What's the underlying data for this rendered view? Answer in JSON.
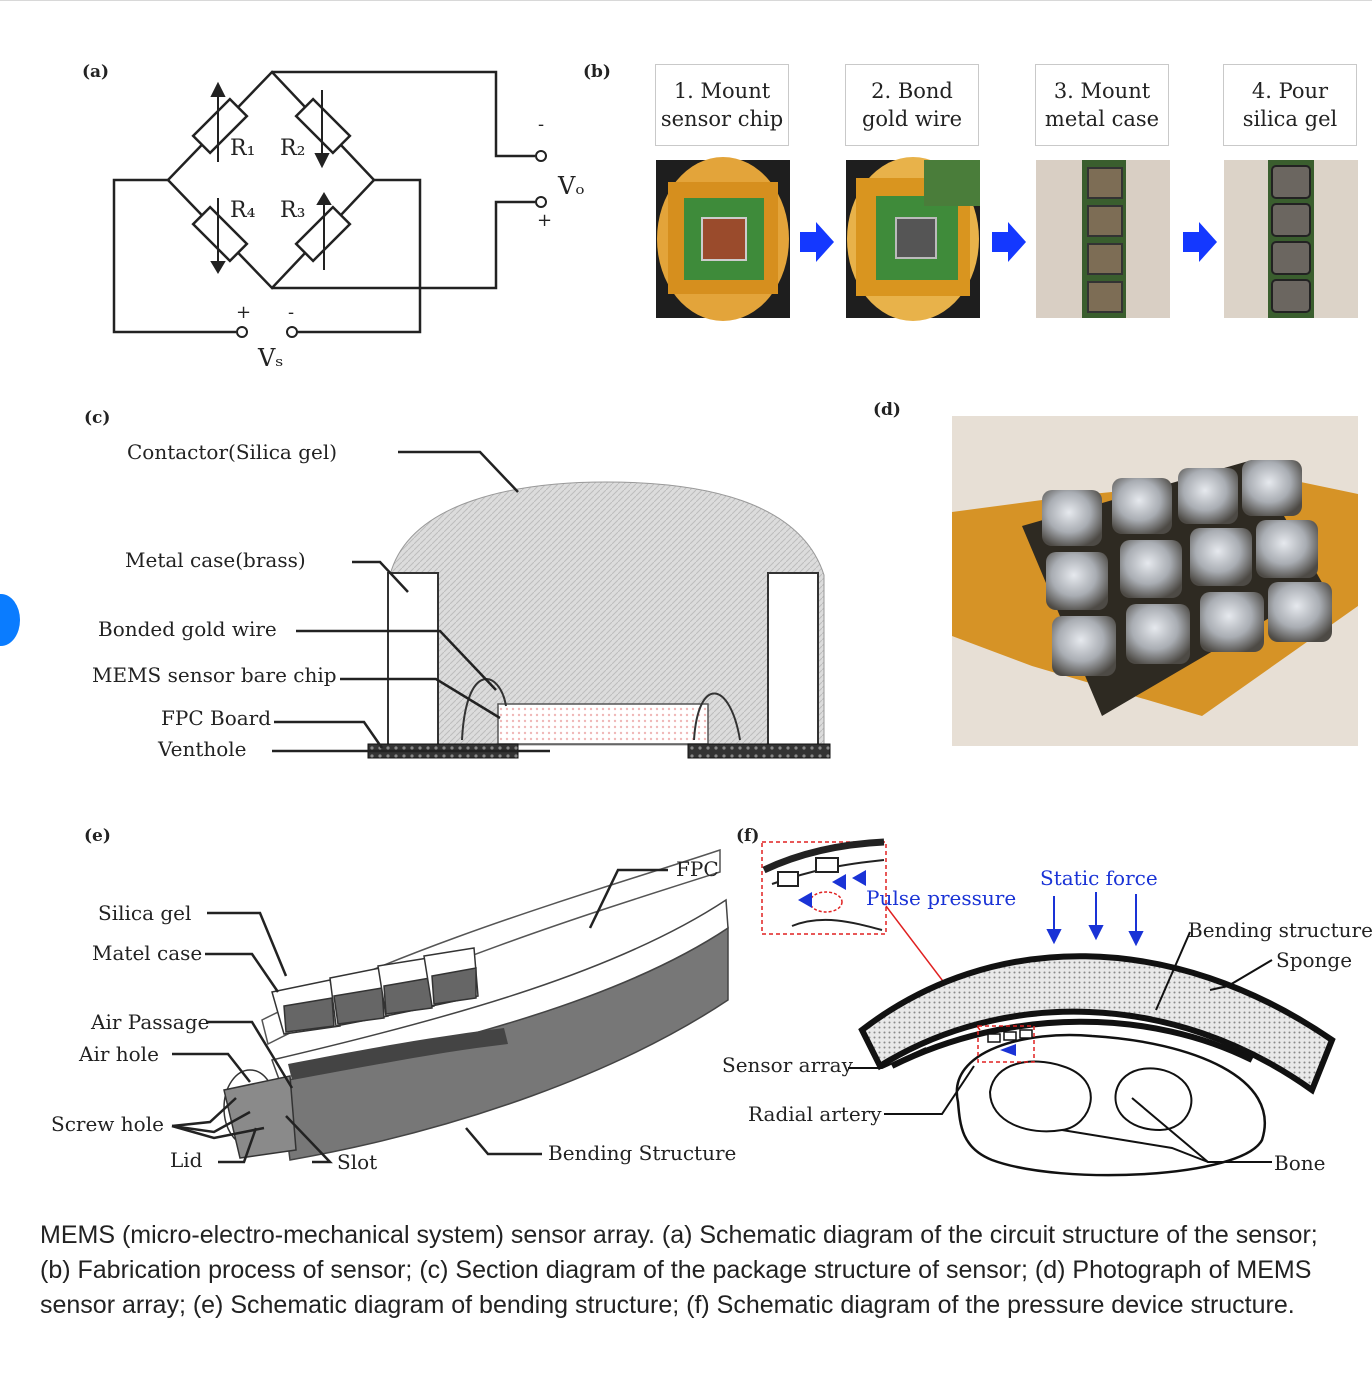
{
  "panels": {
    "a": {
      "label": "(a)",
      "resistors": [
        "R₁",
        "R₂",
        "R₄",
        "R₃"
      ],
      "output_label": "Vₒ",
      "supply_label": "Vₛ",
      "output_minus": "-",
      "output_plus": "+",
      "supply_plus": "+",
      "supply_minus": "-"
    },
    "b": {
      "label": "(b)",
      "steps": [
        {
          "line1": "1. Mount",
          "line2": "sensor chip"
        },
        {
          "line1": "2. Bond",
          "line2": "gold wire"
        },
        {
          "line1": "3. Mount",
          "line2": "metal case"
        },
        {
          "line1": "4. Pour",
          "line2": "silica gel"
        }
      ]
    },
    "c": {
      "label": "(c)",
      "labels": [
        "Contactor(Silica gel)",
        "Metal case(brass)",
        "Bonded gold wire",
        "MEMS sensor bare chip",
        "FPC Board",
        "Venthole"
      ]
    },
    "d": {
      "label": "(d)"
    },
    "e": {
      "label": "(e)",
      "labels": [
        "Silica gel",
        "Matel case",
        "Air Passage",
        "Air hole",
        "Screw hole",
        "Lid",
        "Slot",
        "Bending Structure",
        "FPC"
      ]
    },
    "f": {
      "label": "(f)",
      "labels": [
        "Pulse pressure",
        "Static force",
        "Bending structure",
        "Sponge",
        "Sensor array",
        "Radial artery",
        "Bone"
      ]
    }
  },
  "caption": "MEMS (micro-electro-mechanical system) sensor array. (a) Schematic diagram of the circuit structure of the sensor; (b) Fabrication process of sensor; (c) Section diagram of the package structure of sensor; (d) Photograph of MEMS sensor array; (e) Schematic diagram of bending structure; (f) Schematic diagram of the pressure device structure.",
  "colors": {
    "accent_blue": "#1a33d6",
    "arrow_blue": "#1438ff",
    "fpc_orange": "#d4901f",
    "dot_blue": "#0a7cff"
  }
}
